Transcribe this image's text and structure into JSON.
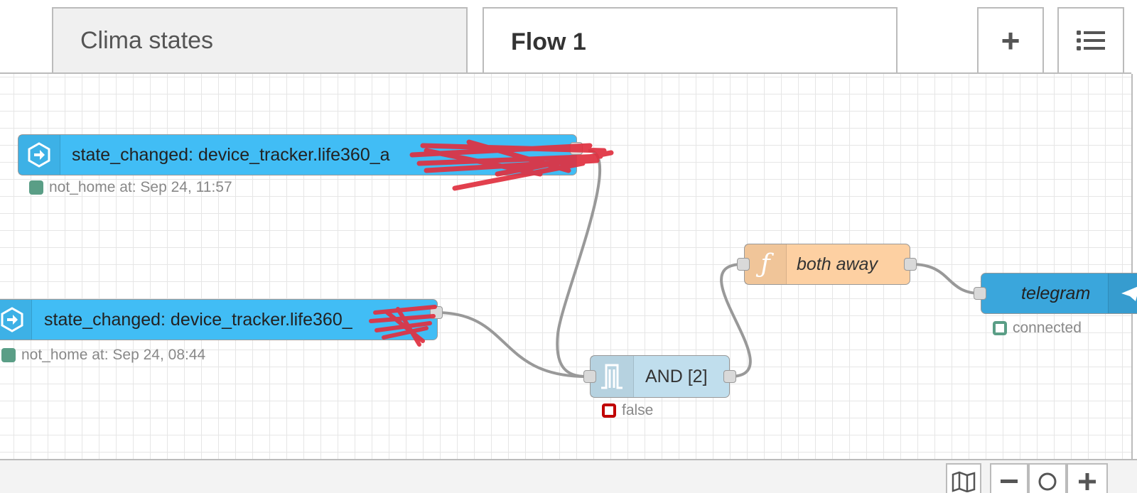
{
  "tabs": [
    {
      "label": "Clima states",
      "active": false
    },
    {
      "label": "Flow 1",
      "active": true
    }
  ],
  "tab_actions": {
    "add_icon": "plus-icon",
    "menu_icon": "list-icon"
  },
  "nodes": {
    "event_1": {
      "label": "state_changed: device_tracker.life360_a",
      "status": "not_home at: Sep 24, 11:57",
      "icon": "arrow-right-circle-icon"
    },
    "event_2": {
      "label": "state_changed: device_tracker.life360_",
      "status": "not_home at: Sep 24, 08:44",
      "icon": "arrow-right-circle-icon"
    },
    "and_gate": {
      "label": "AND [2]",
      "status": "false",
      "icon": "pulse-icon"
    },
    "function": {
      "label": "both away",
      "icon": "function-icon"
    },
    "telegram": {
      "label": "telegram",
      "status": "connected",
      "icon": "send-icon"
    }
  },
  "colors": {
    "ha_node": "#41bdf5",
    "and_node": "#c0deed",
    "function_node": "#fdd0a2",
    "telegram_node": "#3aa6dc",
    "wire": "#999999",
    "redaction": "#e0303f",
    "status_green": "#5a9e86",
    "status_red": "#c00000"
  },
  "footer": {
    "map_icon": "map-icon",
    "zoom_out_icon": "minus-icon",
    "zoom_reset_icon": "circle-icon",
    "zoom_in_icon": "plus-icon"
  }
}
